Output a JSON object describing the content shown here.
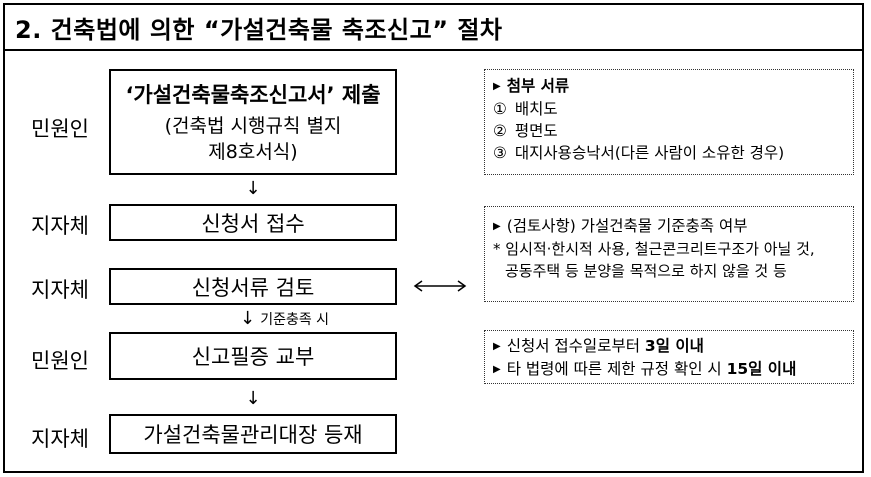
{
  "title": "2. 건축법에 의한 “가설건축물 축조신고” 절차",
  "actors": [
    "민원인",
    "지자체",
    "지자체",
    "민원인",
    "지자체"
  ],
  "steps": {
    "submit": {
      "main": "‘가설건축물축조신고서’ 제출",
      "sub1": "(건축법 시행규칙 별지",
      "sub2": "제8호서식)"
    },
    "receive": "신청서 접수",
    "review": "신청서류 검토",
    "issue": "신고필증 교부",
    "register": "가설건축물관리대장 등재"
  },
  "arrows": {
    "down": "↓",
    "review_label": "기준충족 시",
    "double": "⟷"
  },
  "notes": {
    "documents": {
      "heading": "첨부 서류",
      "items": [
        {
          "num": "①",
          "text": "배치도"
        },
        {
          "num": "②",
          "text": "평면도"
        },
        {
          "num": "③",
          "text": "대지사용승낙서(다른 사람이 소유한 경우)"
        }
      ]
    },
    "review": {
      "line1": "(검토사항) 가설건축물 기준충족 여부",
      "line2": "* 임시적·한시적 사용, 철근콘크리트구조가 아닐 것,",
      "line3": "공동주택 등 분양을 목적으로 하지 않을 것 등"
    },
    "deadline": {
      "line1_pre": "신청서 접수일로부터 ",
      "line1_bold": "3일 이내",
      "line2_pre": "타 법령에 따른 제한 규정 확인 시 ",
      "line2_bold": "15일 이내"
    }
  },
  "icons": {
    "bullet": "triangle-right-icon"
  }
}
